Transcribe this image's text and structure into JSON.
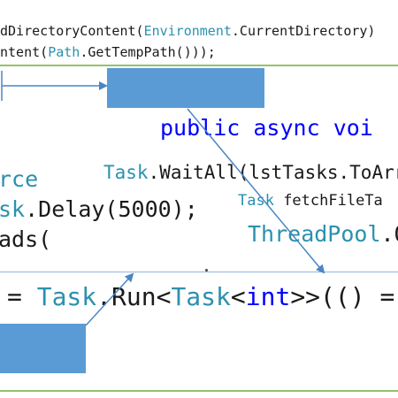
{
  "colors": {
    "type": "#2b91af",
    "keyword": "#0000ff",
    "text": "#1a1a1a",
    "box": "#5b9bd5",
    "arrow": "#4a86c5",
    "divider_green": "#92c26a",
    "divider_blue": "#8eb4e3"
  },
  "line1": {
    "pre": "dDirectoryContent(",
    "type": "Environment",
    "post": ".CurrentDirectory)"
  },
  "line2": {
    "pre": "ntent(",
    "type": "Path",
    "post": ".GetTempPath()));"
  },
  "async": {
    "kw1": "public",
    "kw2": "async",
    "kw3": "voi"
  },
  "waitall": {
    "type": "Task",
    "post": ".WaitAll(lstTasks.ToArra"
  },
  "fetch": {
    "type": "Task",
    "post": " fetchFileTa"
  },
  "source": {
    "text": "rce"
  },
  "delay": {
    "type": "sk",
    "post": ".Delay(5000);"
  },
  "threadpool": {
    "type": "ThreadPool",
    "post": ".Q"
  },
  "threads": {
    "text": "ads("
  },
  "run": {
    "pre": "= ",
    "type1": "Task",
    "mid1": ".Run<",
    "type2": "Task",
    "mid2": "<",
    "kw": "int",
    "post": ">>(() ="
  }
}
